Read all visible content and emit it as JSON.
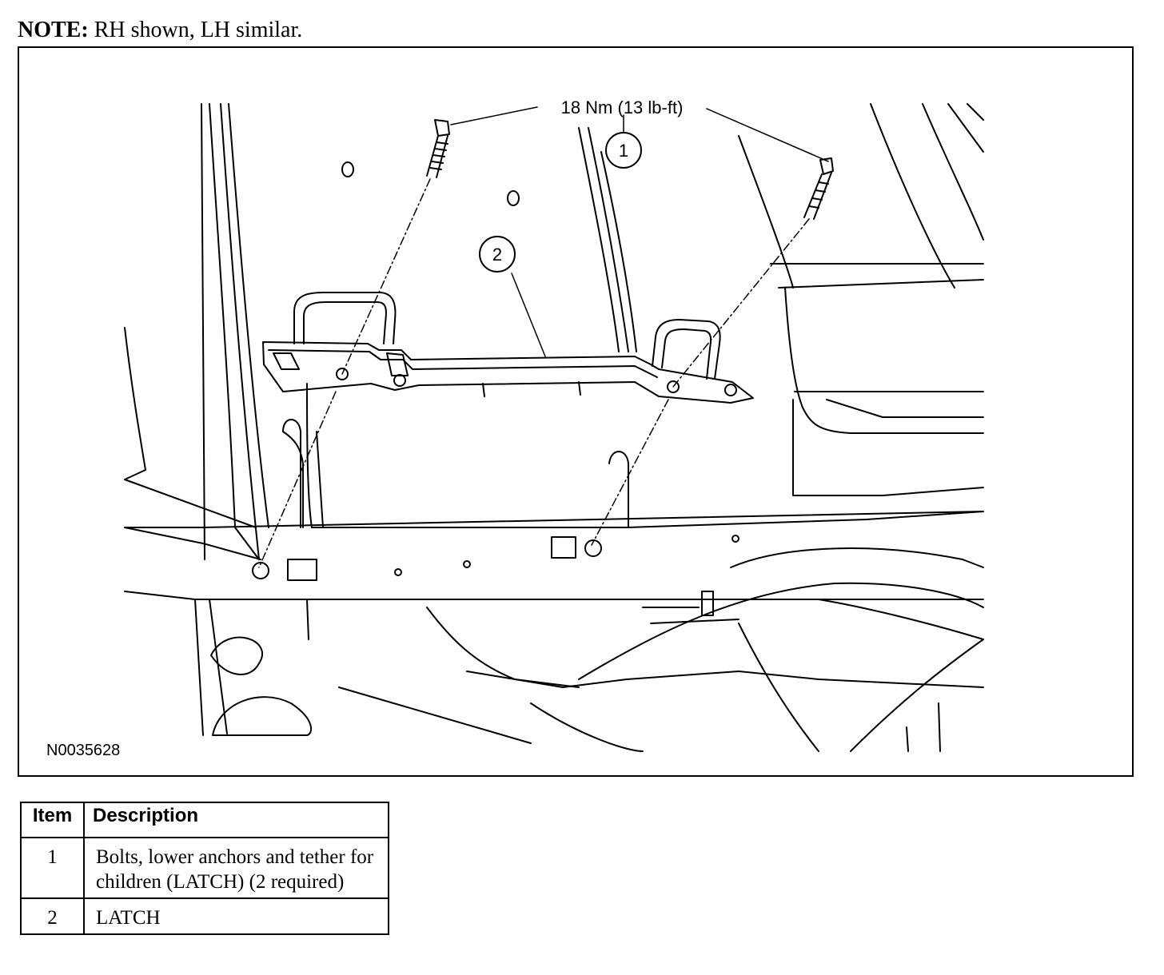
{
  "note": {
    "prefix": "NOTE:",
    "text": " RH shown, LH similar."
  },
  "figure": {
    "id": "N0035628",
    "torque_label": "18 Nm (13 lb-ft)",
    "callouts": [
      "1",
      "2"
    ]
  },
  "table": {
    "headers": [
      "Item",
      "Description"
    ],
    "rows": [
      {
        "item": "1",
        "description": "Bolts, lower anchors and tether for children (LATCH) (2 required)"
      },
      {
        "item": "2",
        "description": "LATCH"
      }
    ]
  }
}
